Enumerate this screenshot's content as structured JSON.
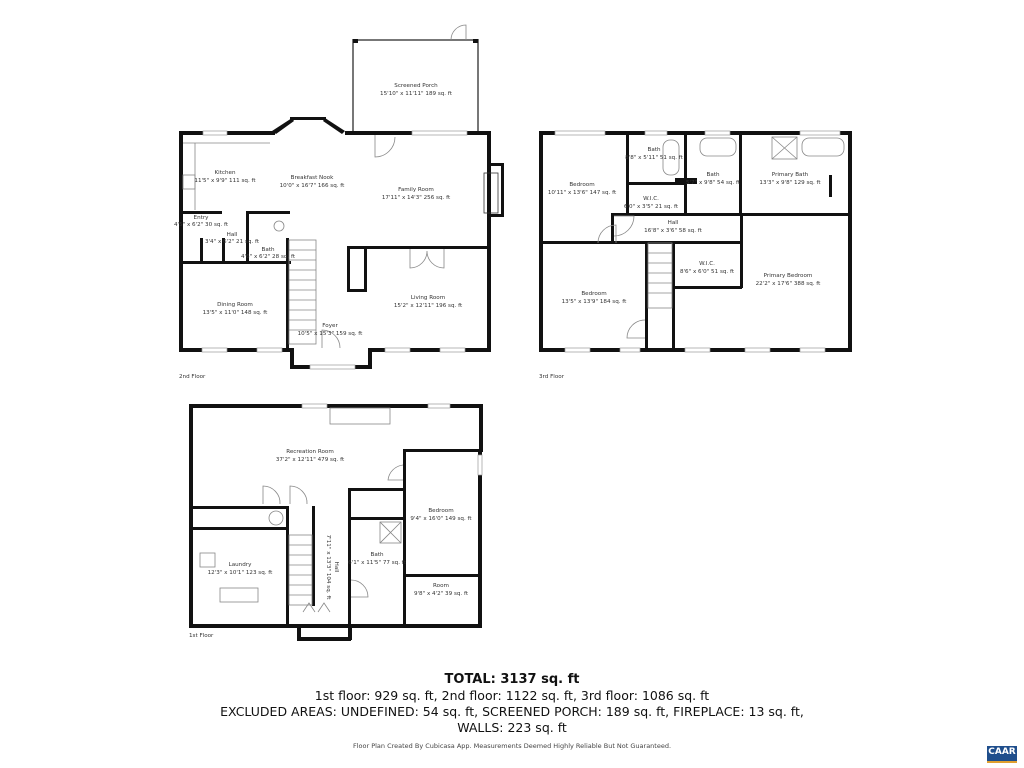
{
  "floors": {
    "second": {
      "label": "2nd Floor",
      "rooms": [
        {
          "name": "Screened Porch",
          "dims": "15'10\" x 11'11\" 189 sq. ft"
        },
        {
          "name": "Kitchen",
          "dims": "11'5\" x 9'9\" 111 sq. ft"
        },
        {
          "name": "Breakfast Nook",
          "dims": "10'0\" x 16'7\" 166 sq. ft"
        },
        {
          "name": "Family Room",
          "dims": "17'11\" x 14'3\" 256 sq. ft"
        },
        {
          "name": "Entry",
          "dims": "4'5\" x 6'2\" 30 sq. ft"
        },
        {
          "name": "Hall",
          "dims": "3'4\" x 6'2\" 21 sq. ft"
        },
        {
          "name": "Bath",
          "dims": "4'6\" x 6'2\" 28 sq. ft"
        },
        {
          "name": "Dining Room",
          "dims": "13'5\" x 11'0\" 148 sq. ft"
        },
        {
          "name": "Living Room",
          "dims": "15'2\" x 12'11\" 196 sq. ft"
        },
        {
          "name": "Foyer",
          "dims": "10'5\" x 15'3\" 159 sq. ft"
        }
      ]
    },
    "third": {
      "label": "3rd Floor",
      "rooms": [
        {
          "name": "Bedroom",
          "dims": "10'11\" x 13'6\" 147 sq. ft"
        },
        {
          "name": "Bath",
          "dims": "8'8\" x 5'11\" 51 sq. ft"
        },
        {
          "name": "W.I.C.",
          "dims": "6'0\" x 3'5\" 21 sq. ft"
        },
        {
          "name": "Bath",
          "dims": "5'7\" x 9'8\" 54 sq. ft"
        },
        {
          "name": "Primary Bath",
          "dims": "13'3\" x 9'8\" 129 sq. ft"
        },
        {
          "name": "Hall",
          "dims": "16'8\" x 3'6\" 58 sq. ft"
        },
        {
          "name": "W.I.C.",
          "dims": "8'6\" x 6'0\" 51 sq. ft"
        },
        {
          "name": "Primary Bedroom",
          "dims": "22'2\" x 17'6\" 388 sq. ft"
        },
        {
          "name": "Bedroom",
          "dims": "13'5\" x 13'9\" 184 sq. ft"
        }
      ]
    },
    "first": {
      "label": "1st Floor",
      "rooms": [
        {
          "name": "Recreation Room",
          "dims": "37'2\" x 12'11\" 479 sq. ft"
        },
        {
          "name": "Bedroom",
          "dims": "9'4\" x 16'0\" 149 sq. ft"
        },
        {
          "name": "Laundry",
          "dims": "12'3\" x 10'1\" 123 sq. ft"
        },
        {
          "name": "Hall",
          "dims": "7'11\" x 13'3\" 104 sq. ft"
        },
        {
          "name": "Bath",
          "dims": "6'1\" x 11'5\" 77 sq. ft"
        },
        {
          "name": "Room",
          "dims": "9'8\" x 4'2\" 39 sq. ft"
        }
      ]
    }
  },
  "summary": {
    "total": "TOTAL: 3137 sq. ft",
    "floors": "1st floor: 929 sq. ft, 2nd floor: 1122 sq. ft, 3rd floor: 1086 sq. ft",
    "excluded": "EXCLUDED AREAS: UNDEFINED: 54 sq. ft, SCREENED PORCH: 189 sq. ft, FIREPLACE: 13 sq. ft,",
    "walls": "WALLS: 223 sq. ft",
    "disclaimer": "Floor Plan Created By Cubicasa App. Measurements Deemed Highly Reliable But Not Guaranteed."
  },
  "logo": {
    "text": "CAAR",
    "color": "#1f4e8c",
    "accent": "#e0a030"
  }
}
